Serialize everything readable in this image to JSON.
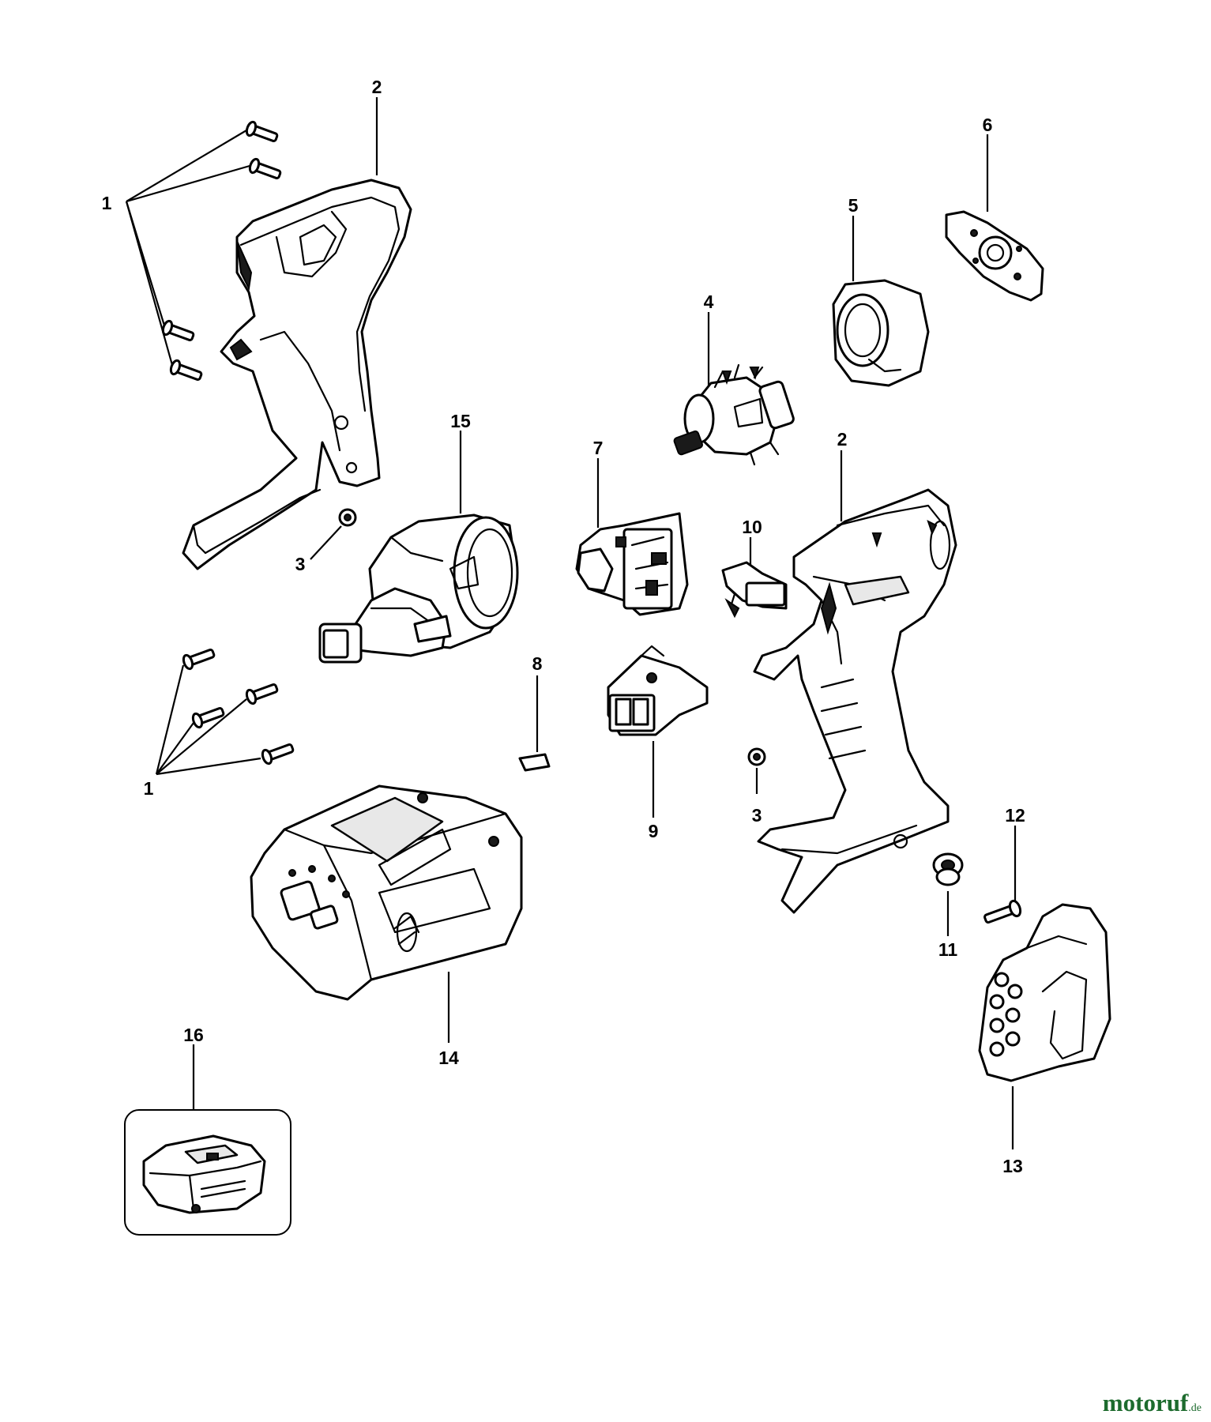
{
  "callouts": {
    "c1a": "1",
    "c1b": "1",
    "c2a": "2",
    "c2b": "2",
    "c3a": "3",
    "c3b": "3",
    "c4": "4",
    "c5": "5",
    "c6": "6",
    "c7": "7",
    "c8": "8",
    "c9": "9",
    "c10": "10",
    "c11": "11",
    "c12": "12",
    "c13": "13",
    "c14": "14",
    "c15": "15",
    "c16": "16"
  },
  "watermark": {
    "main": "motoruf",
    "tld": ".de"
  }
}
